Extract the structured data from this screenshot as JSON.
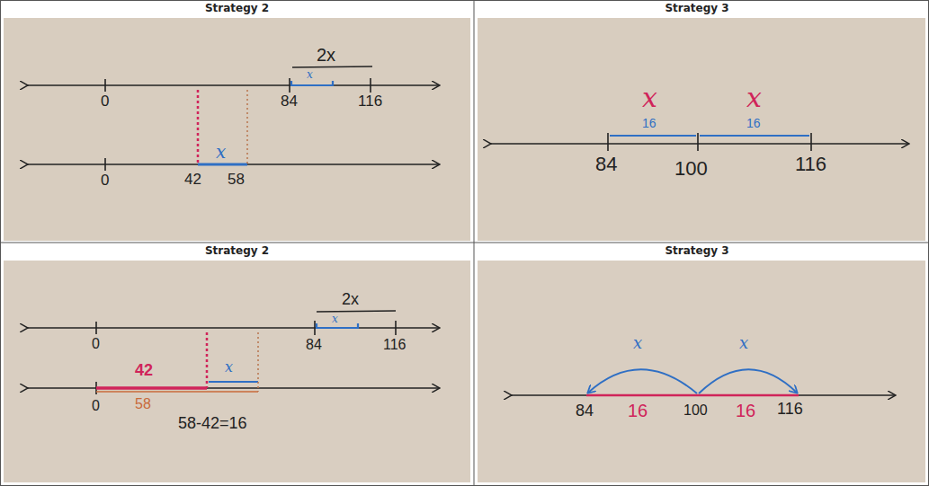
{
  "diagram": {
    "labels": [
      "Strategy 2",
      "2x",
      "x",
      "0",
      "84",
      "116",
      "0",
      "42",
      "58",
      "x",
      "Strategy 3",
      "x",
      "x",
      "16",
      "16",
      "84",
      "100",
      "116",
      "Strategy 2",
      "2x",
      "x",
      "0",
      "84",
      "116",
      "42",
      "x",
      "0",
      "58",
      "58-42=16",
      "Strategy 3",
      "x",
      "x",
      "84",
      "16",
      "100",
      "16",
      "116"
    ]
  }
}
